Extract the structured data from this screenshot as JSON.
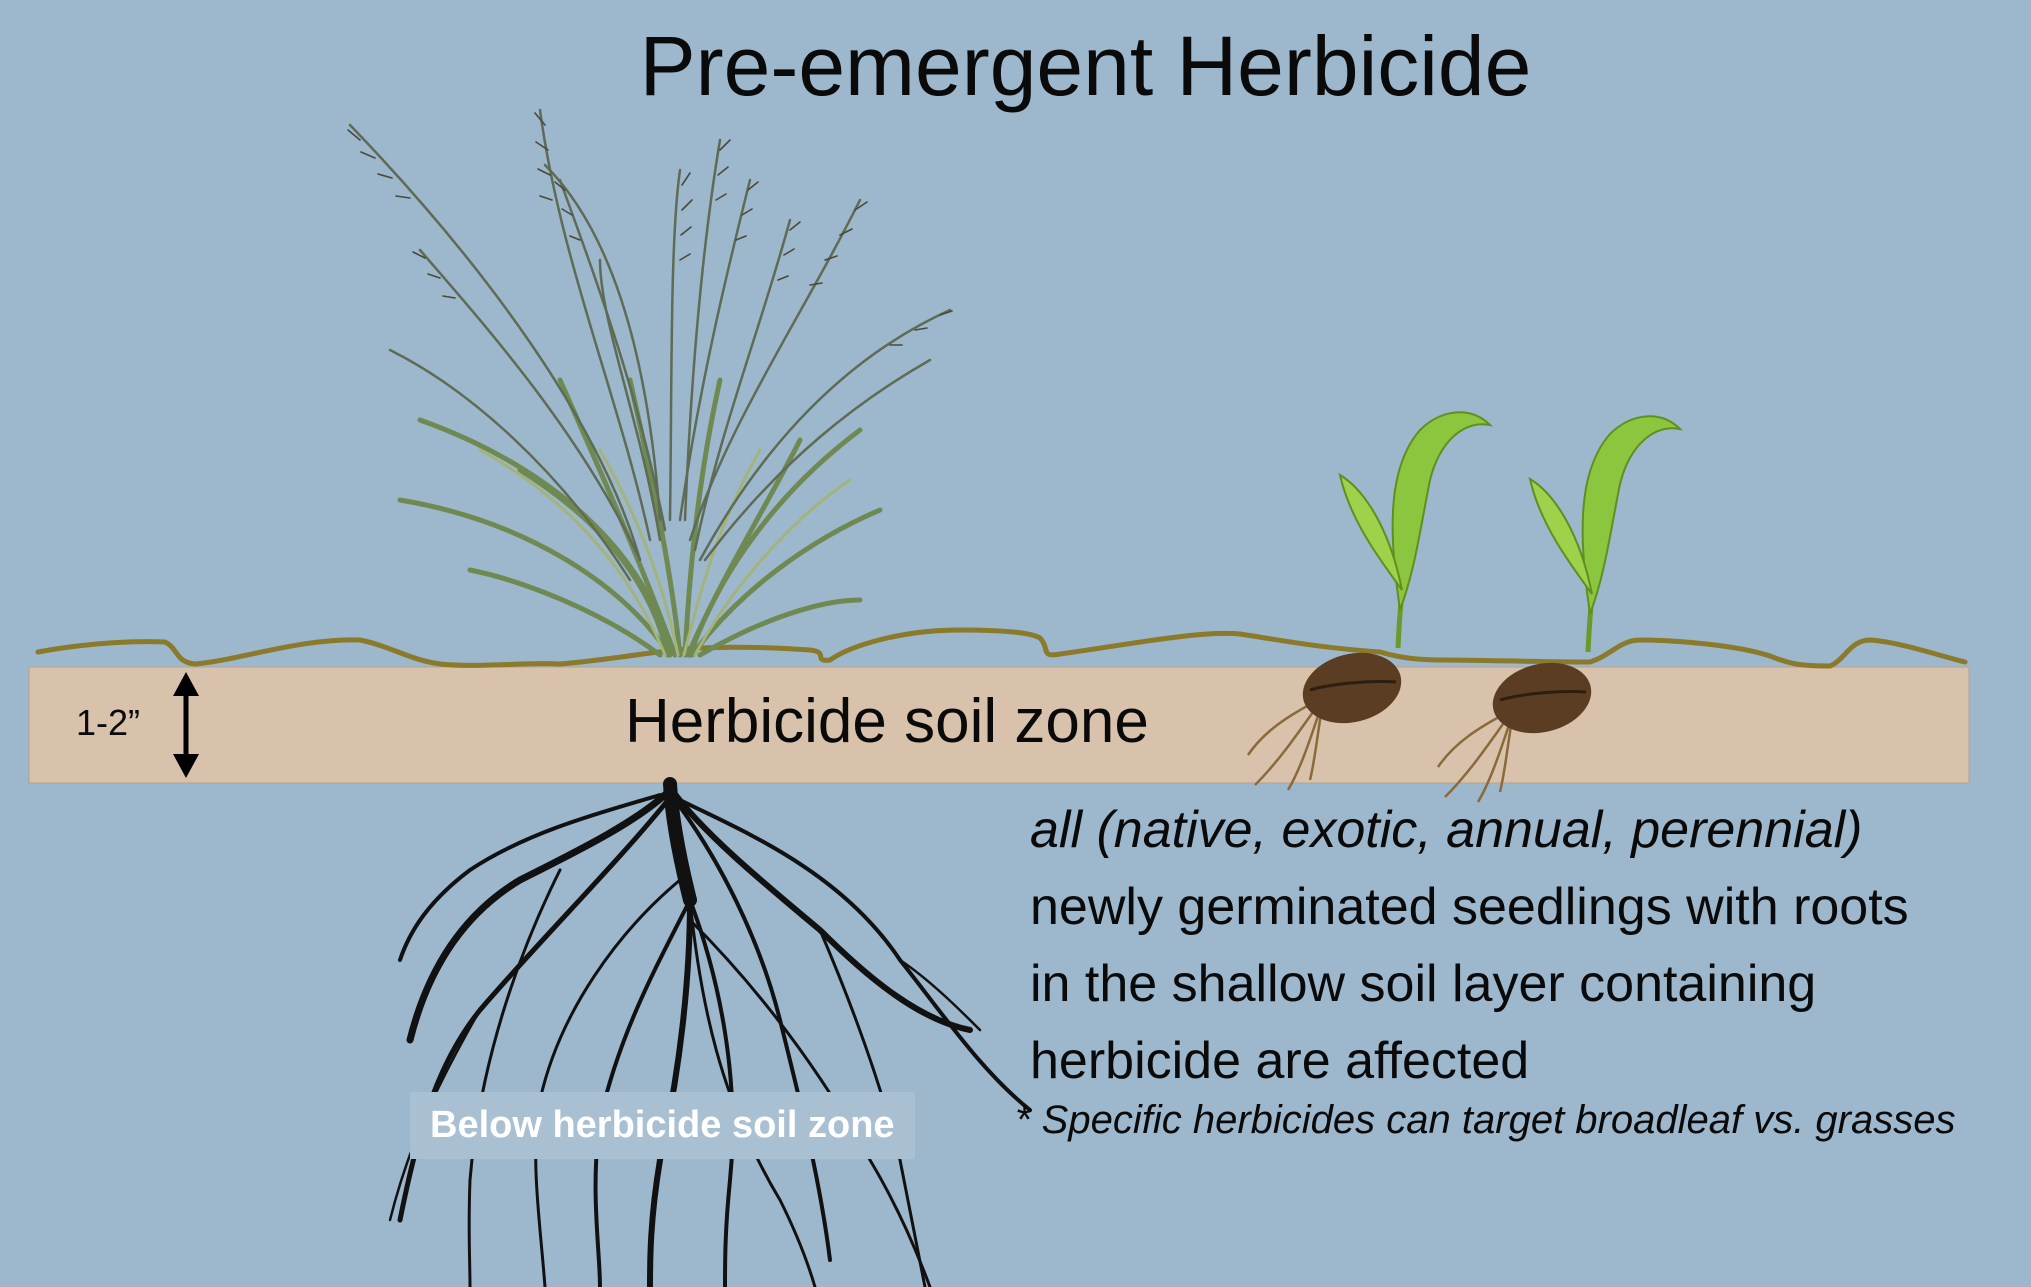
{
  "title": "Pre-emergent Herbicide",
  "soil_zone_label": "Herbicide soil zone",
  "depth_label": "1-2”",
  "below_zone_label": "Below herbicide soil zone",
  "description": {
    "line1": "all (native, exotic, annual, perennial)",
    "line2": "newly germinated seedlings with roots",
    "line3": "in the shallow soil layer containing",
    "line4": "herbicide are affected"
  },
  "footnote": "* Specific herbicides can target broadleaf vs. grasses",
  "colors": {
    "background": "#9db7cd",
    "soil_band": "#d9c2ab",
    "ground_line": "#8a7a2a",
    "seed": "#5a3d22",
    "sprout": "#8cc63f",
    "grass": "#6e8a52",
    "roots": "#111111"
  }
}
